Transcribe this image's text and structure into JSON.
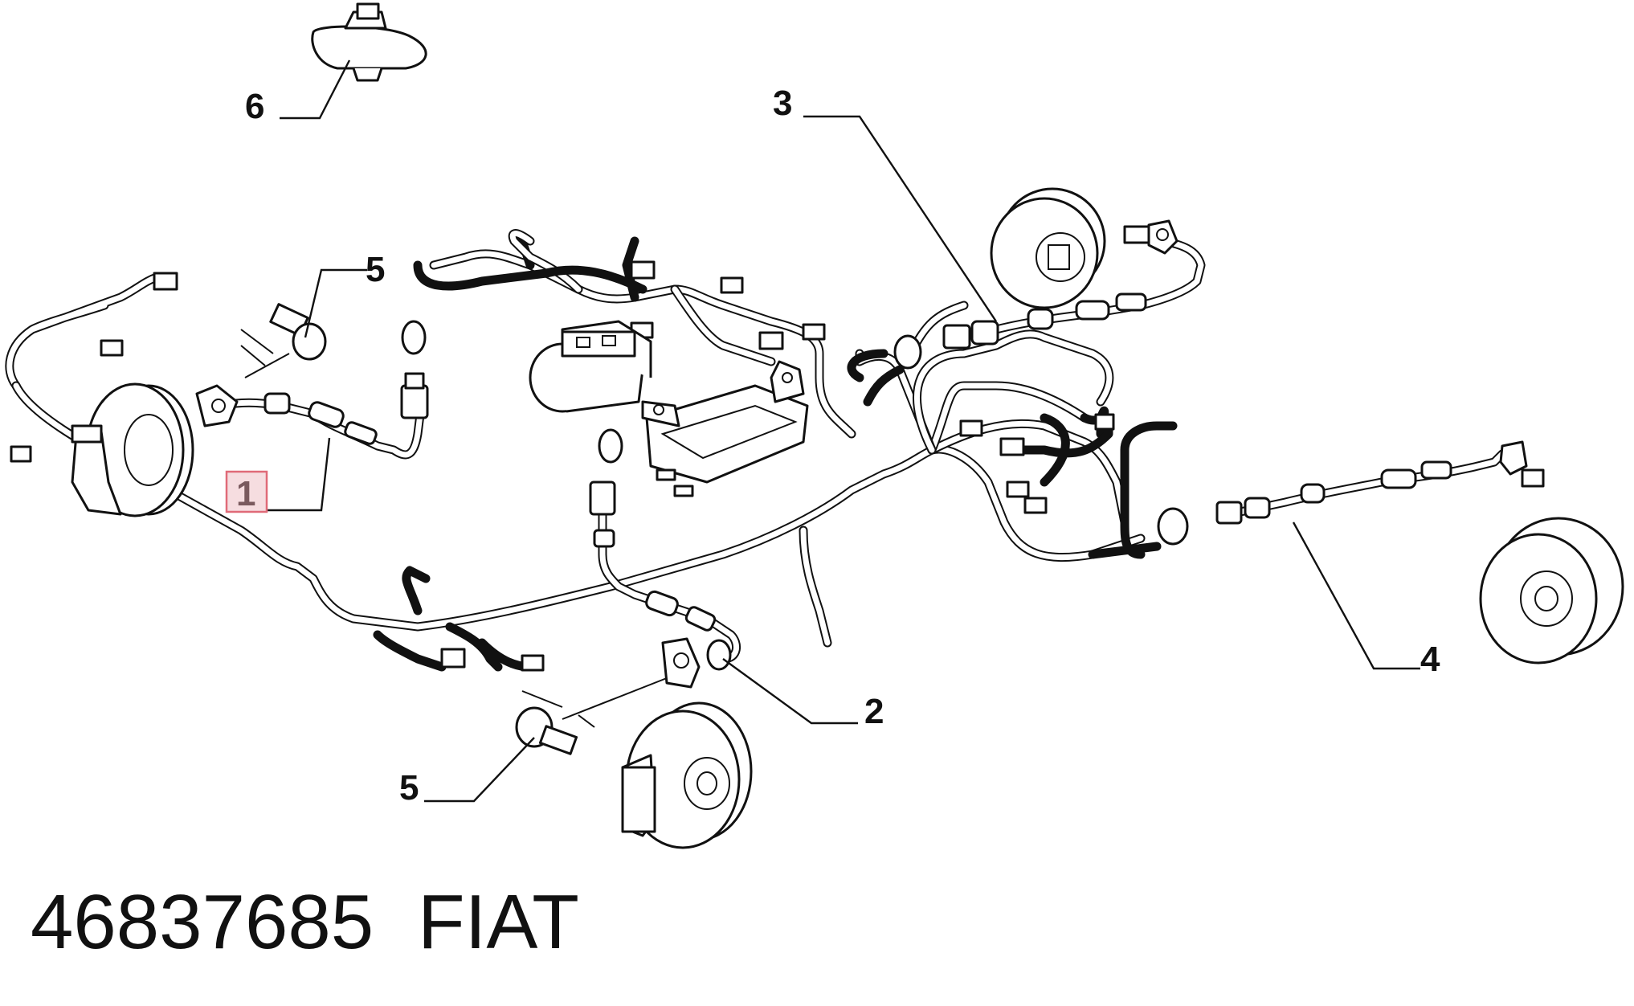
{
  "callouts": [
    {
      "id": "1",
      "label": "1",
      "highlighted": true
    },
    {
      "id": "2",
      "label": "2",
      "highlighted": false
    },
    {
      "id": "3",
      "label": "3",
      "highlighted": false
    },
    {
      "id": "4",
      "label": "4",
      "highlighted": false
    },
    {
      "id": "5a",
      "label": "5",
      "highlighted": false
    },
    {
      "id": "5b",
      "label": "5",
      "highlighted": false
    },
    {
      "id": "6",
      "label": "6",
      "highlighted": false
    }
  ],
  "footer": {
    "part_number": "46837685",
    "brand": "FIAT"
  },
  "colors": {
    "line": "#111111",
    "highlight_fill": "#f6dde0",
    "highlight_stroke": "#e06a78"
  }
}
